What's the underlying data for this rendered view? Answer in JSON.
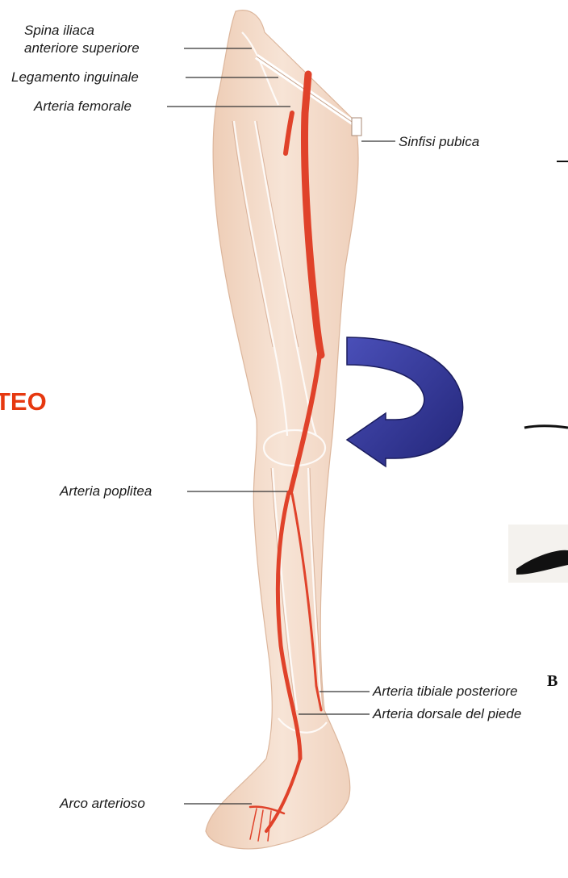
{
  "heading_fragment": "TEO",
  "panel_letter": "B",
  "labels": {
    "spina_line1": "Spina iliaca",
    "spina_line2": "anteriore superiore",
    "legamento": "Legamento inguinale",
    "femorale": "Arteria femorale",
    "sinfisi": "Sinfisi pubica",
    "poplitea": "Arteria poplitea",
    "tibiale": "Arteria tibiale posteriore",
    "dorsale": "Arteria dorsale del piede",
    "arco": "Arco arterioso"
  },
  "colors": {
    "artery": "#e0422a",
    "skin": "#f2d9c6",
    "arrow": "#2e3192",
    "heading": "#e6380f"
  },
  "icons": {
    "curved_arrow": "curved-arrow-icon"
  }
}
